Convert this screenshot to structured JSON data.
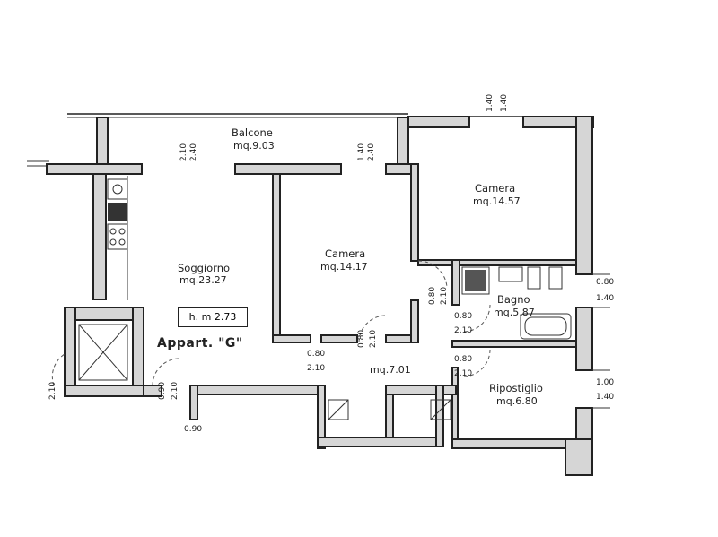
{
  "rooms": {
    "balcone": {
      "name": "Balcone",
      "area": "mq.9.03"
    },
    "soggiorno": {
      "name": "Soggiorno",
      "area": "mq.23.27"
    },
    "camera1": {
      "name": "Camera",
      "area": "mq.14.17"
    },
    "camera2": {
      "name": "Camera",
      "area": "mq.14.57"
    },
    "bagno": {
      "name": "Bagno",
      "area": "mq.5.87"
    },
    "ripostiglio": {
      "name": "Ripostiglio",
      "area": "mq.6.80"
    },
    "disimpegno": {
      "area": "mq.7.01"
    }
  },
  "height_label": "h. m 2.73",
  "apartment_label": "Appart. \"G\"",
  "dims": {
    "d210": "2.10",
    "d240": "2.40",
    "d140": "1.40",
    "d080": "0.80",
    "d090": "0.90",
    "d100": "1.00"
  }
}
